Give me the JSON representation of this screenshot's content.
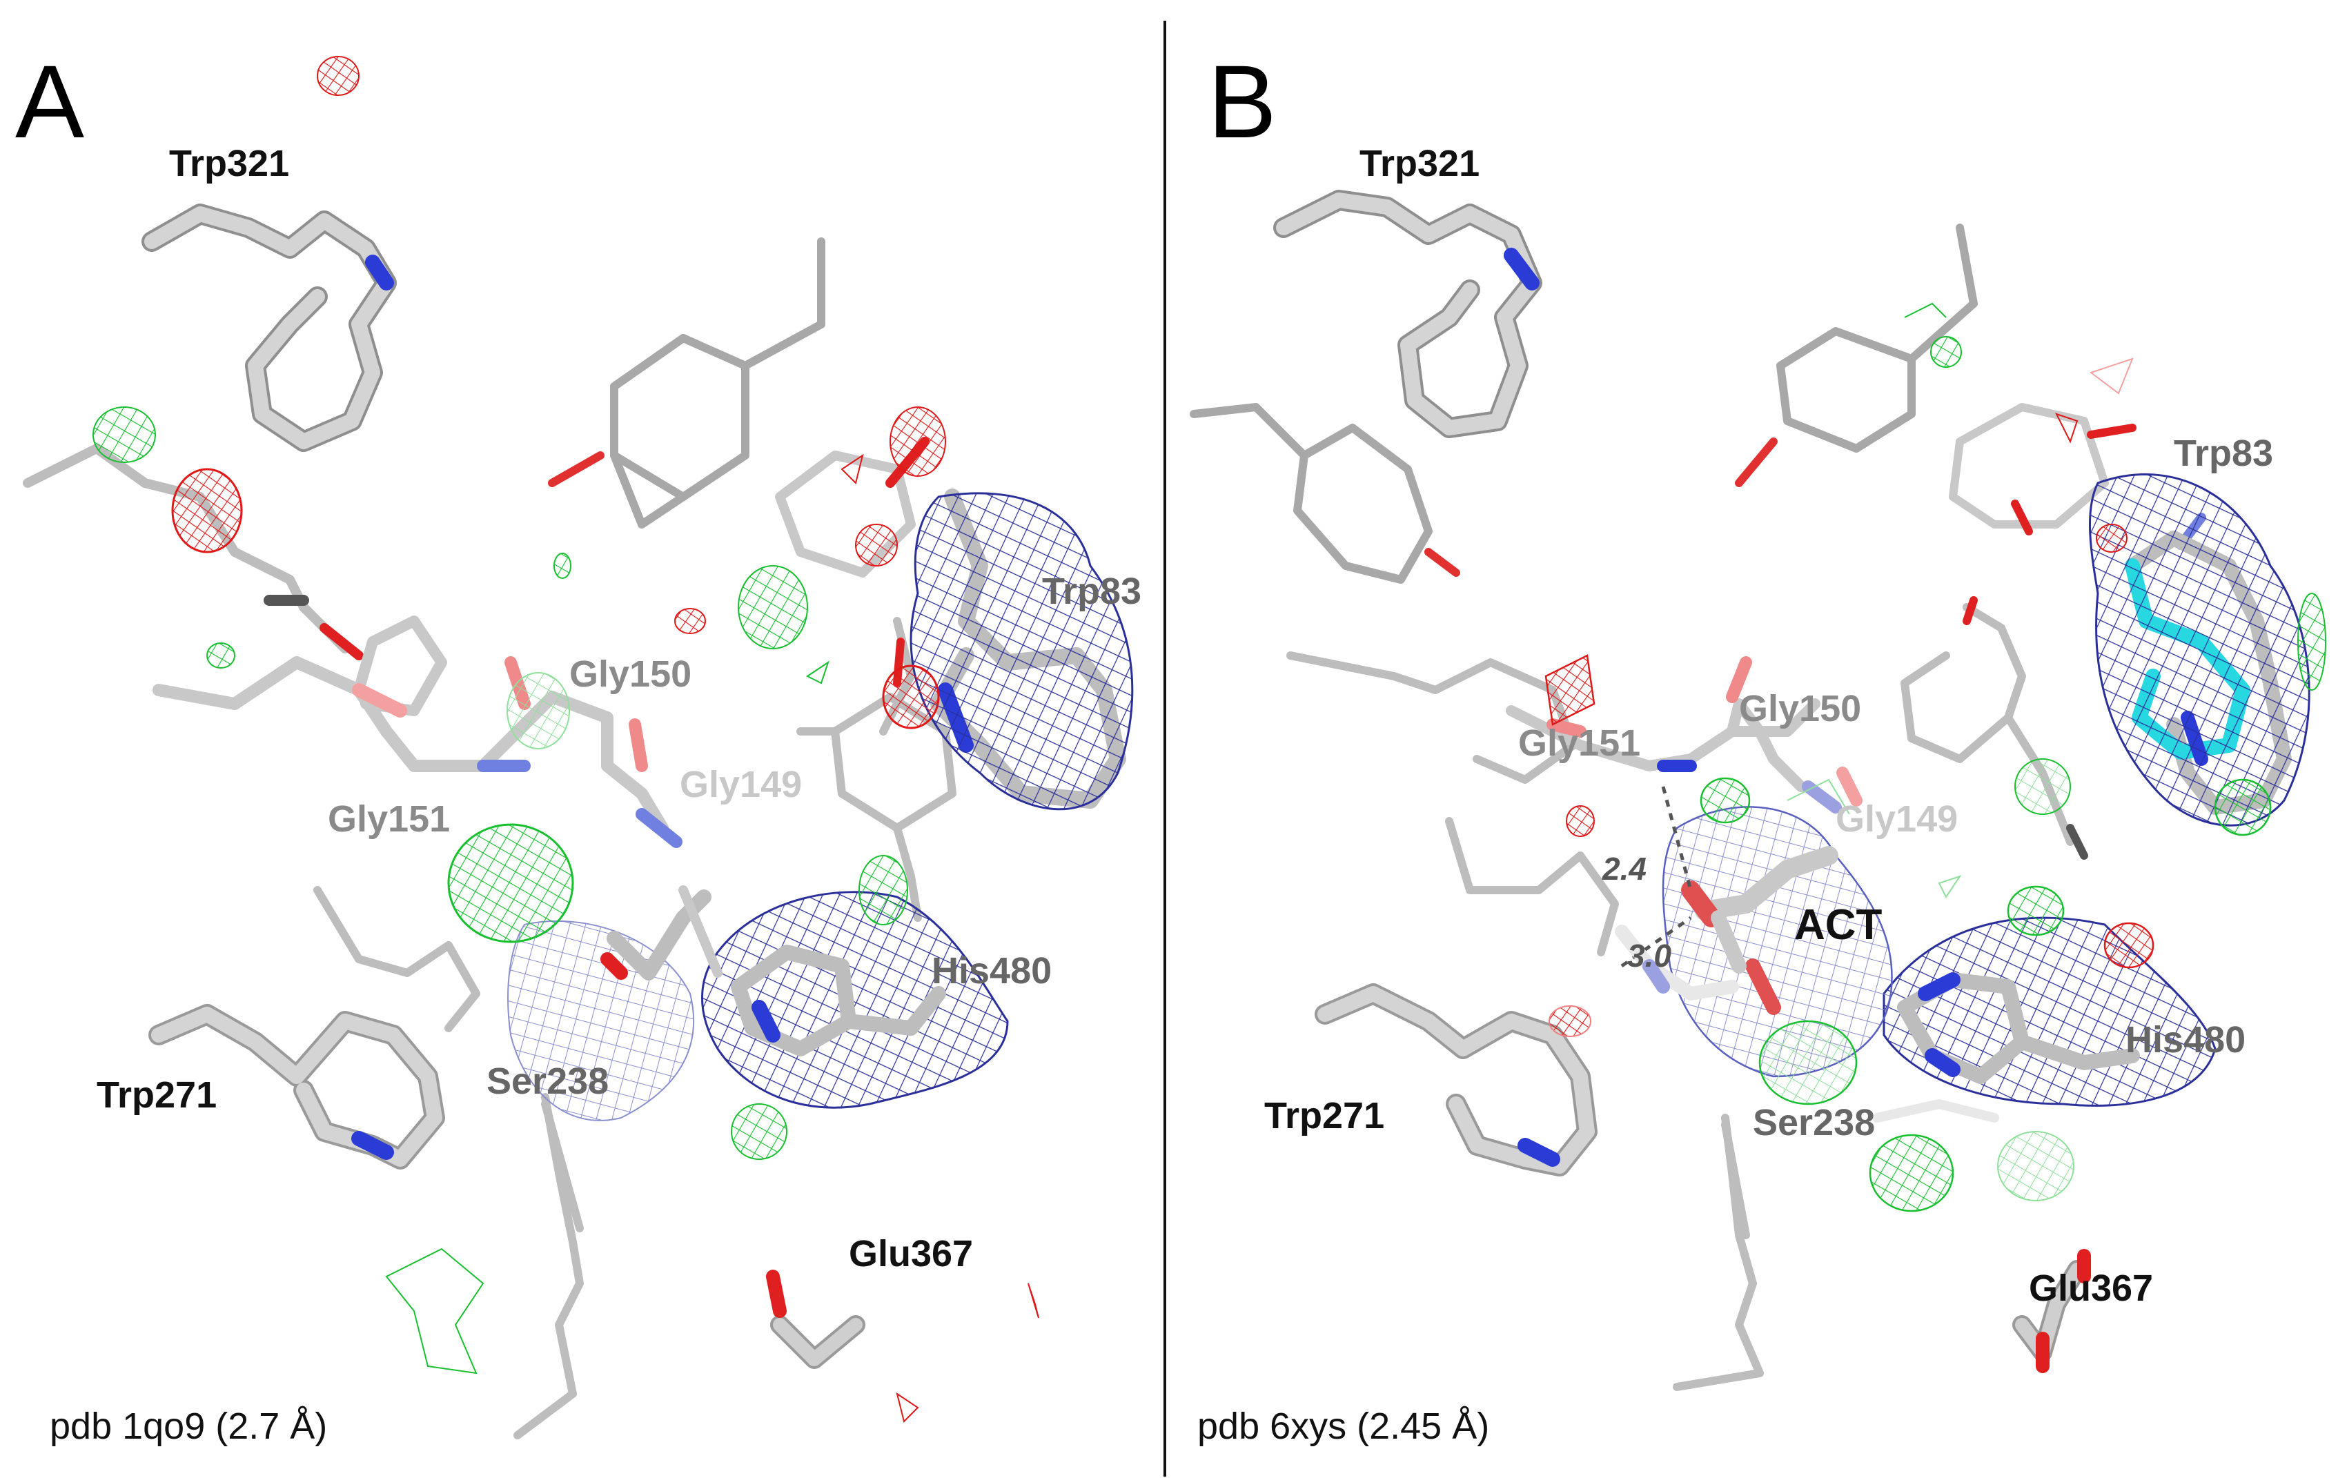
{
  "panels": [
    {
      "letter": "A",
      "caption": "pdb 1qo9 (2.7 Å)",
      "labels": {
        "trp321": "Trp321",
        "trp83": "Trp83",
        "gly150": "Gly150",
        "gly149": "Gly149",
        "gly151": "Gly151",
        "his480": "His480",
        "trp271": "Trp271",
        "ser238": "Ser238",
        "glu367": "Glu367"
      }
    },
    {
      "letter": "B",
      "caption": "pdb 6xys (2.45 Å)",
      "labels": {
        "trp321": "Trp321",
        "trp83": "Trp83",
        "gly151": "Gly151",
        "gly150": "Gly150",
        "gly149": "Gly149",
        "act": "ACT",
        "his480": "His480",
        "trp271": "Trp271",
        "ser238": "Ser238",
        "glu367": "Glu367"
      },
      "distances": [
        "2.4",
        "3.0"
      ]
    }
  ],
  "colors": {
    "carbon": "#c8c8c8",
    "nitrogen": "#2b3bd6",
    "oxygen": "#e02020",
    "mesh_2fofc": "#2a2f9a",
    "mesh_positive": "#18c030",
    "mesh_negative": "#e01818",
    "ligand_alt": "#28d8e0"
  }
}
